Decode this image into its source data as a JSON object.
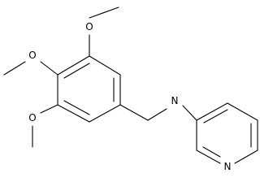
{
  "molecule": {
    "atoms": {
      "o_top": "O",
      "o_left": "O",
      "o_bottom": "O",
      "n_amine": "N",
      "n_pyridine": "N"
    },
    "colors": {
      "bond": "#000000",
      "label": "#000000",
      "background": "#ffffff"
    }
  }
}
